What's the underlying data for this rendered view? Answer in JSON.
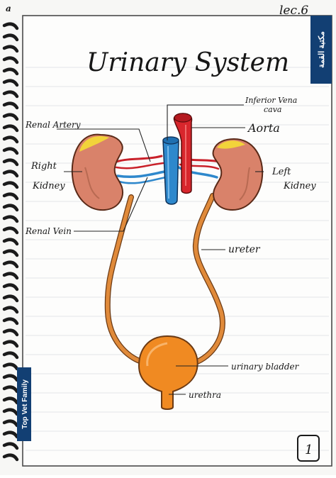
{
  "header": {
    "lecture": "lec.6",
    "corner_mark": "a"
  },
  "title": "Urinary System",
  "labels": {
    "inferior_vena_cava_line1": "Inferior Vena",
    "inferior_vena_cava_line2": "cava",
    "aorta": "Aorta",
    "renal_artery": "Renal Artery",
    "right_kidney_line1": "Right",
    "right_kidney_line2": "Kidney",
    "left_kidney_line1": "Left",
    "left_kidney_line2": "Kidney",
    "renal_vein": "Renal Vein",
    "ureter": "ureter",
    "urinary_bladder": "urinary bladder",
    "urethra": "urethra"
  },
  "side_tabs": {
    "top_arabic": "مكتبة القمة",
    "bottom": "Top Vet Family"
  },
  "page_number": "1",
  "colors": {
    "tab": "#123f73",
    "kidney": "#d9826a",
    "kidney_cap": "#f2d33a",
    "artery": "#d8262c",
    "vein": "#2e88cc",
    "ureter": "#e08a3a",
    "bladder": "#f08a22",
    "ink": "#161616"
  }
}
